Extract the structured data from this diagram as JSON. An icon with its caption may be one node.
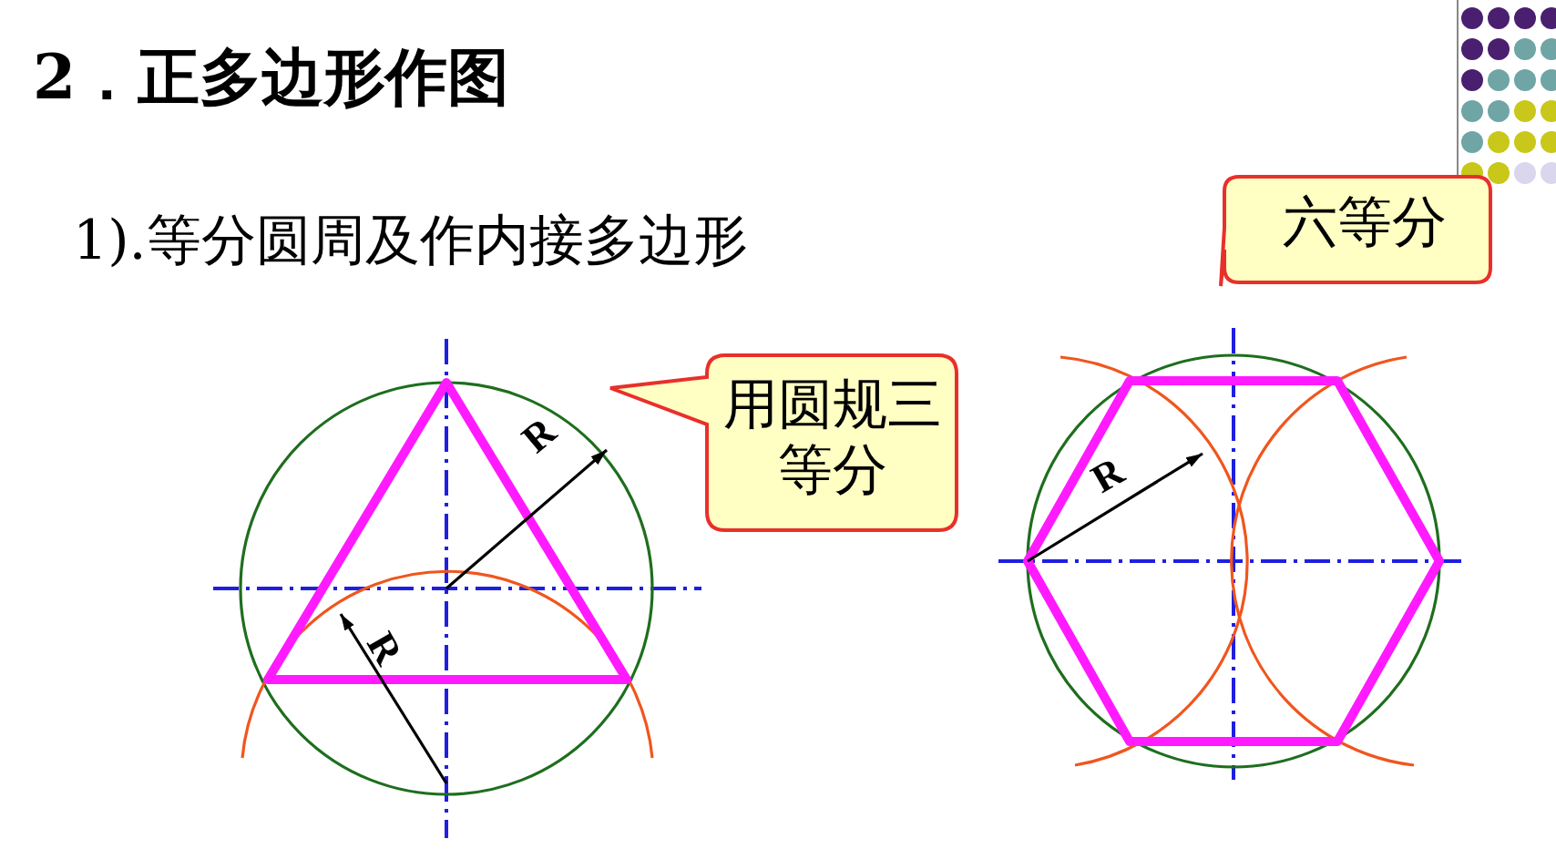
{
  "diagram": {
    "title": "2．正多边形作图",
    "nodes": [
      {
        "text": [
          "六等分"
        ]
      },
      {
        "text": [
          "用圆规三等分"
        ]
      }
    ],
    "labels": [
      "1).等分圆周及作内接多边形",
      "R",
      "R",
      "R"
    ]
  }
}
